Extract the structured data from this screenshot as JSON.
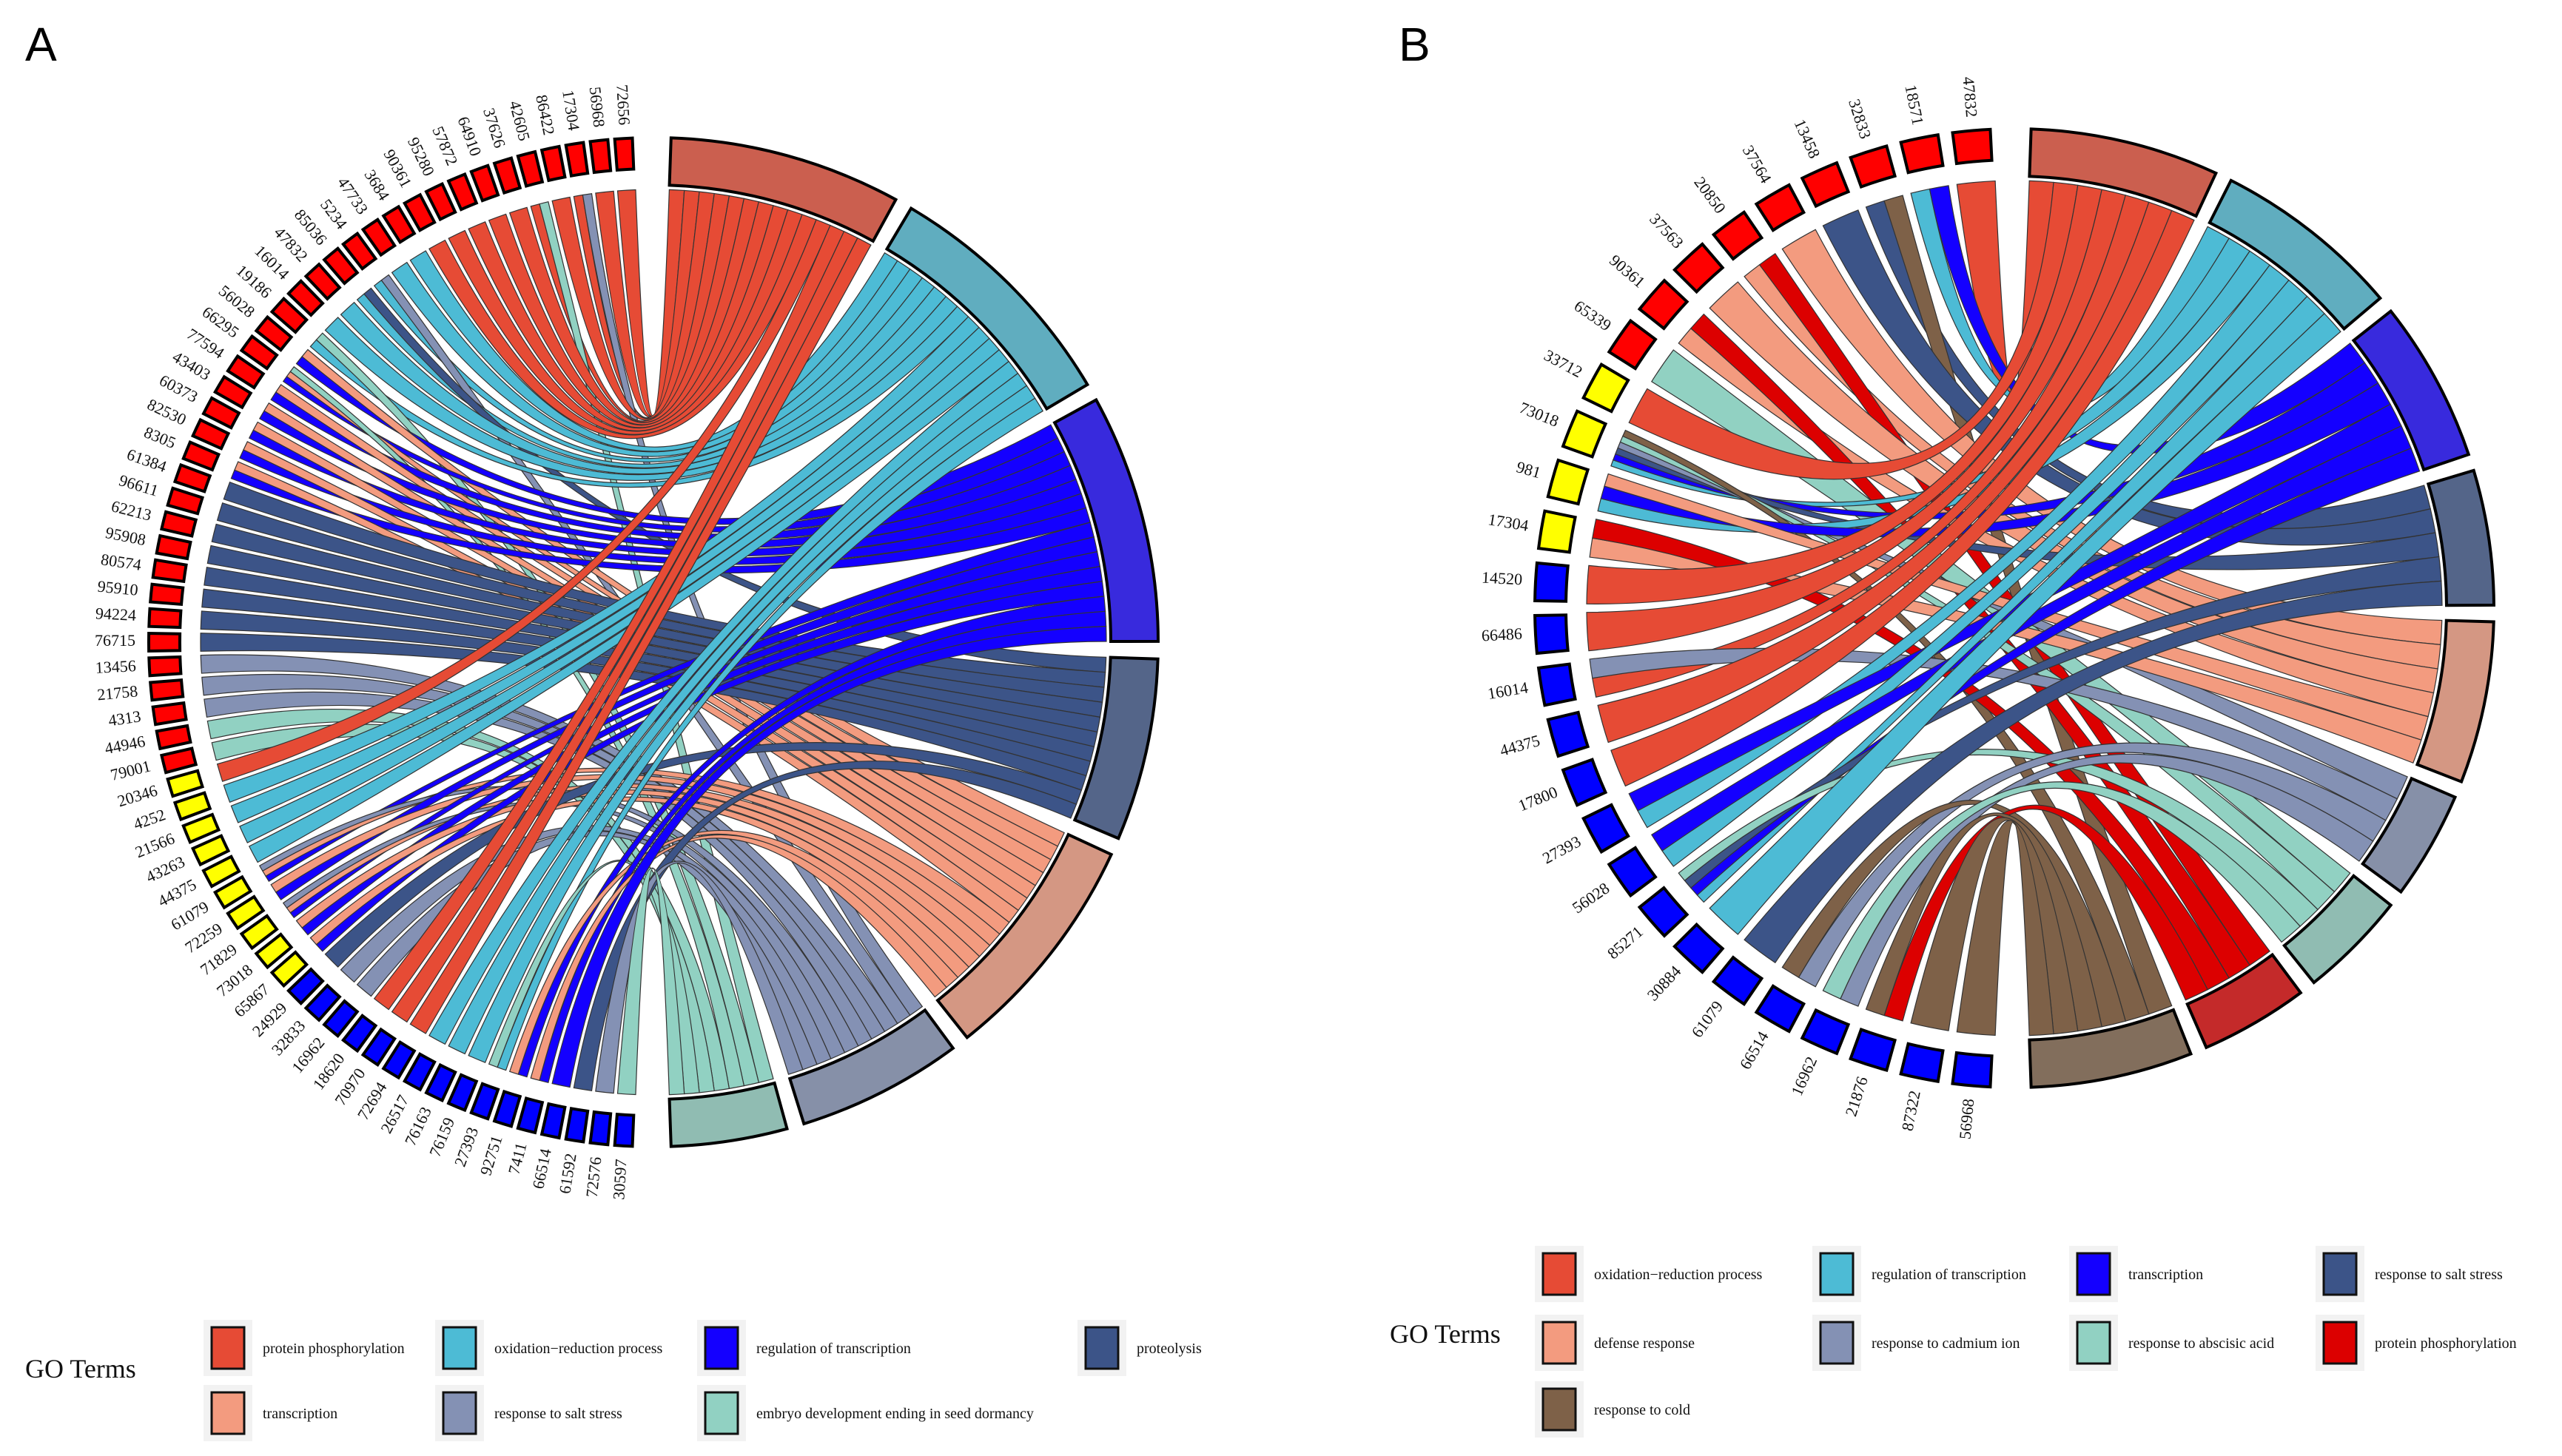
{
  "panels": [
    {
      "label": "A",
      "legend_title": "GO Terms",
      "terms": [
        {
          "name": "protein phosphorylation",
          "color": "#E64B35"
        },
        {
          "name": "oxidation−reduction process",
          "color": "#4DBBD5"
        },
        {
          "name": "regulation of transcription",
          "color": "#1400FF"
        },
        {
          "name": "proteolysis",
          "color": "#3C5488"
        },
        {
          "name": "transcription",
          "color": "#F39B7F"
        },
        {
          "name": "response to salt stress",
          "color": "#8491B4"
        },
        {
          "name": "embryo development ending in seed dormancy",
          "color": "#91D1C2"
        }
      ],
      "genes": [
        {
          "id": "72656",
          "color": "#FF0000",
          "terms": [
            0
          ]
        },
        {
          "id": "56968",
          "color": "#FF0000",
          "terms": [
            0
          ]
        },
        {
          "id": "17304",
          "color": "#FF0000",
          "terms": [
            0,
            5
          ]
        },
        {
          "id": "86422",
          "color": "#FF0000",
          "terms": [
            0
          ]
        },
        {
          "id": "42605",
          "color": "#FF0000",
          "terms": [
            0,
            6
          ]
        },
        {
          "id": "37626",
          "color": "#FF0000",
          "terms": [
            0
          ]
        },
        {
          "id": "64910",
          "color": "#FF0000",
          "terms": [
            0
          ]
        },
        {
          "id": "57872",
          "color": "#FF0000",
          "terms": [
            0
          ]
        },
        {
          "id": "95280",
          "color": "#FF0000",
          "terms": [
            0
          ]
        },
        {
          "id": "90361",
          "color": "#FF0000",
          "terms": [
            0
          ]
        },
        {
          "id": "3684",
          "color": "#FF0000",
          "terms": [
            1
          ]
        },
        {
          "id": "47733",
          "color": "#FF0000",
          "terms": [
            1
          ]
        },
        {
          "id": "5234",
          "color": "#FF0000",
          "terms": [
            1,
            5
          ]
        },
        {
          "id": "85036",
          "color": "#FF0000",
          "terms": [
            1,
            3
          ]
        },
        {
          "id": "47832",
          "color": "#FF0000",
          "terms": [
            1
          ]
        },
        {
          "id": "16014",
          "color": "#FF0000",
          "terms": [
            1
          ]
        },
        {
          "id": "19186",
          "color": "#FF0000",
          "terms": [
            1,
            6
          ]
        },
        {
          "id": "56028",
          "color": "#FF0000",
          "terms": [
            2,
            4
          ]
        },
        {
          "id": "66295",
          "color": "#FF0000",
          "terms": [
            2,
            4,
            6
          ]
        },
        {
          "id": "77594",
          "color": "#FF0000",
          "terms": [
            2,
            4
          ]
        },
        {
          "id": "43403",
          "color": "#FF0000",
          "terms": [
            2,
            4
          ]
        },
        {
          "id": "60373",
          "color": "#FF0000",
          "terms": [
            2,
            4
          ]
        },
        {
          "id": "82530",
          "color": "#FF0000",
          "terms": [
            2,
            4
          ]
        },
        {
          "id": "8305",
          "color": "#FF0000",
          "terms": [
            2,
            4
          ]
        },
        {
          "id": "61384",
          "color": "#FF0000",
          "terms": [
            3
          ]
        },
        {
          "id": "96611",
          "color": "#FF0000",
          "terms": [
            3
          ]
        },
        {
          "id": "62213",
          "color": "#FF0000",
          "terms": [
            3
          ]
        },
        {
          "id": "95908",
          "color": "#FF0000",
          "terms": [
            3
          ]
        },
        {
          "id": "80574",
          "color": "#FF0000",
          "terms": [
            3
          ]
        },
        {
          "id": "95910",
          "color": "#FF0000",
          "terms": [
            3
          ]
        },
        {
          "id": "94224",
          "color": "#FF0000",
          "terms": [
            3
          ]
        },
        {
          "id": "76715",
          "color": "#FF0000",
          "terms": [
            3
          ]
        },
        {
          "id": "13456",
          "color": "#FF0000",
          "terms": [
            5
          ]
        },
        {
          "id": "21758",
          "color": "#FF0000",
          "terms": [
            5
          ]
        },
        {
          "id": "4313",
          "color": "#FF0000",
          "terms": [
            5
          ]
        },
        {
          "id": "44946",
          "color": "#FF0000",
          "terms": [
            6
          ]
        },
        {
          "id": "79001",
          "color": "#FF0000",
          "terms": [
            6
          ]
        },
        {
          "id": "20346",
          "color": "#FFFF00",
          "terms": [
            0
          ]
        },
        {
          "id": "4252",
          "color": "#FFFF00",
          "terms": [
            1
          ]
        },
        {
          "id": "21566",
          "color": "#FFFF00",
          "terms": [
            1
          ]
        },
        {
          "id": "43263",
          "color": "#FFFF00",
          "terms": [
            1
          ]
        },
        {
          "id": "44375",
          "color": "#FFFF00",
          "terms": [
            1
          ]
        },
        {
          "id": "61079",
          "color": "#FFFF00",
          "terms": [
            2,
            4,
            5
          ]
        },
        {
          "id": "72259",
          "color": "#FFFF00",
          "terms": [
            2,
            4
          ]
        },
        {
          "id": "71829",
          "color": "#FFFF00",
          "terms": [
            2,
            4,
            5
          ]
        },
        {
          "id": "73018",
          "color": "#FFFF00",
          "terms": [
            2,
            4
          ]
        },
        {
          "id": "65867",
          "color": "#FFFF00",
          "terms": [
            2,
            4
          ]
        },
        {
          "id": "24929",
          "color": "#0000FF",
          "terms": [
            3
          ]
        },
        {
          "id": "32833",
          "color": "#0000FF",
          "terms": [
            5
          ]
        },
        {
          "id": "16962",
          "color": "#0000FF",
          "terms": [
            5
          ]
        },
        {
          "id": "18620",
          "color": "#0000FF",
          "terms": [
            0
          ]
        },
        {
          "id": "70970",
          "color": "#0000FF",
          "terms": [
            0
          ]
        },
        {
          "id": "72694",
          "color": "#0000FF",
          "terms": [
            0
          ]
        },
        {
          "id": "26517",
          "color": "#0000FF",
          "terms": [
            1
          ]
        },
        {
          "id": "76163",
          "color": "#0000FF",
          "terms": [
            1
          ]
        },
        {
          "id": "76159",
          "color": "#0000FF",
          "terms": [
            1
          ]
        },
        {
          "id": "27393",
          "color": "#0000FF",
          "terms": [
            1,
            6
          ]
        },
        {
          "id": "92751",
          "color": "#0000FF",
          "terms": [
            2,
            4
          ]
        },
        {
          "id": "7411",
          "color": "#0000FF",
          "terms": [
            2,
            4
          ]
        },
        {
          "id": "66514",
          "color": "#0000FF",
          "terms": [
            2
          ]
        },
        {
          "id": "61592",
          "color": "#0000FF",
          "terms": [
            3
          ]
        },
        {
          "id": "72576",
          "color": "#0000FF",
          "terms": [
            5
          ]
        },
        {
          "id": "30597",
          "color": "#0000FF",
          "terms": [
            6
          ]
        }
      ]
    },
    {
      "label": "B",
      "legend_title": "GO Terms",
      "terms": [
        {
          "name": "oxidation−reduction process",
          "color": "#E64B35"
        },
        {
          "name": "regulation of transcription",
          "color": "#4DBBD5"
        },
        {
          "name": "transcription",
          "color": "#1400FF"
        },
        {
          "name": "response to salt stress",
          "color": "#3C5488"
        },
        {
          "name": "defense response",
          "color": "#F39B7F"
        },
        {
          "name": "response to cadmium ion",
          "color": "#8491B4"
        },
        {
          "name": "response to abscisic acid",
          "color": "#91D1C2"
        },
        {
          "name": "protein phosphorylation",
          "color": "#DC0000"
        },
        {
          "name": "response to cold",
          "color": "#7E6148"
        }
      ],
      "genes": [
        {
          "id": "47832",
          "color": "#FF0000",
          "terms": [
            0
          ]
        },
        {
          "id": "18571",
          "color": "#FF0000",
          "terms": [
            1,
            2
          ]
        },
        {
          "id": "32833",
          "color": "#FF0000",
          "terms": [
            3,
            8
          ]
        },
        {
          "id": "13458",
          "color": "#FF0000",
          "terms": [
            3
          ]
        },
        {
          "id": "37564",
          "color": "#FF0000",
          "terms": [
            4
          ]
        },
        {
          "id": "20850",
          "color": "#FF0000",
          "terms": [
            4,
            7
          ]
        },
        {
          "id": "37563",
          "color": "#FF0000",
          "terms": [
            4
          ]
        },
        {
          "id": "90361",
          "color": "#FF0000",
          "terms": [
            4,
            7
          ]
        },
        {
          "id": "65339",
          "color": "#FF0000",
          "terms": [
            6
          ]
        },
        {
          "id": "33712",
          "color": "#FFFF00",
          "terms": [
            0
          ]
        },
        {
          "id": "73018",
          "color": "#FFFF00",
          "terms": [
            1,
            2,
            3,
            5,
            6,
            8
          ]
        },
        {
          "id": "981",
          "color": "#FFFF00",
          "terms": [
            1,
            2,
            4
          ]
        },
        {
          "id": "17304",
          "color": "#FFFF00",
          "terms": [
            4,
            7
          ]
        },
        {
          "id": "14520",
          "color": "#0000FF",
          "terms": [
            0
          ]
        },
        {
          "id": "66486",
          "color": "#0000FF",
          "terms": [
            0
          ]
        },
        {
          "id": "16014",
          "color": "#0000FF",
          "terms": [
            0,
            5
          ]
        },
        {
          "id": "44375",
          "color": "#0000FF",
          "terms": [
            0
          ]
        },
        {
          "id": "17800",
          "color": "#0000FF",
          "terms": [
            0
          ]
        },
        {
          "id": "27393",
          "color": "#0000FF",
          "terms": [
            1,
            2
          ]
        },
        {
          "id": "56028",
          "color": "#0000FF",
          "terms": [
            1,
            2
          ]
        },
        {
          "id": "85271",
          "color": "#0000FF",
          "terms": [
            1,
            2,
            3,
            6
          ]
        },
        {
          "id": "30884",
          "color": "#0000FF",
          "terms": [
            1
          ]
        },
        {
          "id": "61079",
          "color": "#0000FF",
          "terms": [
            3
          ]
        },
        {
          "id": "66514",
          "color": "#0000FF",
          "terms": [
            5,
            8
          ]
        },
        {
          "id": "16962",
          "color": "#0000FF",
          "terms": [
            5,
            6
          ]
        },
        {
          "id": "21876",
          "color": "#0000FF",
          "terms": [
            7,
            8
          ]
        },
        {
          "id": "87322",
          "color": "#0000FF",
          "terms": [
            8
          ]
        },
        {
          "id": "56968",
          "color": "#0000FF",
          "terms": [
            8
          ]
        }
      ]
    }
  ]
}
